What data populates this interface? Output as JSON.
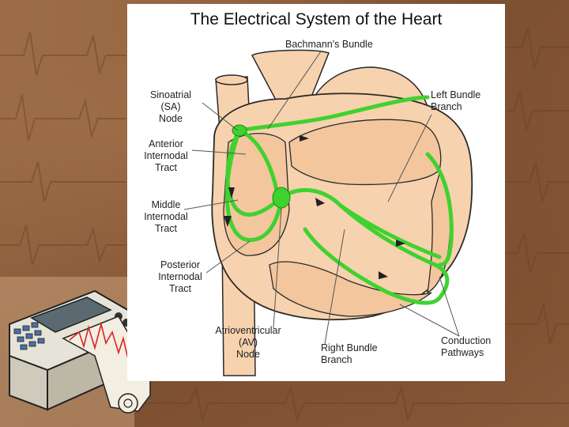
{
  "title": "The Electrical System of the Heart",
  "labels": {
    "bachmann": "Bachmann's Bundle",
    "sa_node": [
      "Sinoatrial",
      "(SA)",
      "Node"
    ],
    "anterior": [
      "Anterior",
      "Internodal",
      "Tract"
    ],
    "middle": [
      "Middle",
      "Internodal",
      "Tract"
    ],
    "posterior": [
      "Posterior",
      "Internodal",
      "Tract"
    ],
    "av_node": [
      "Atrioventricular",
      "(AV)",
      "Node"
    ],
    "left_bundle": [
      "Left Bundle",
      "Branch"
    ],
    "right_bundle": [
      "Right Bundle",
      "Branch"
    ],
    "conduction": [
      "Conduction",
      "Pathways"
    ]
  },
  "colors": {
    "heart_fill": "#f7d2ae",
    "outline": "#2a2a2a",
    "pathway": "#3fd22f",
    "pathway_dark": "#1a8f14",
    "leader": "#555555",
    "background": "#8a5a3a"
  },
  "icons": {
    "ecg_machine": "ecg-machine-icon"
  }
}
